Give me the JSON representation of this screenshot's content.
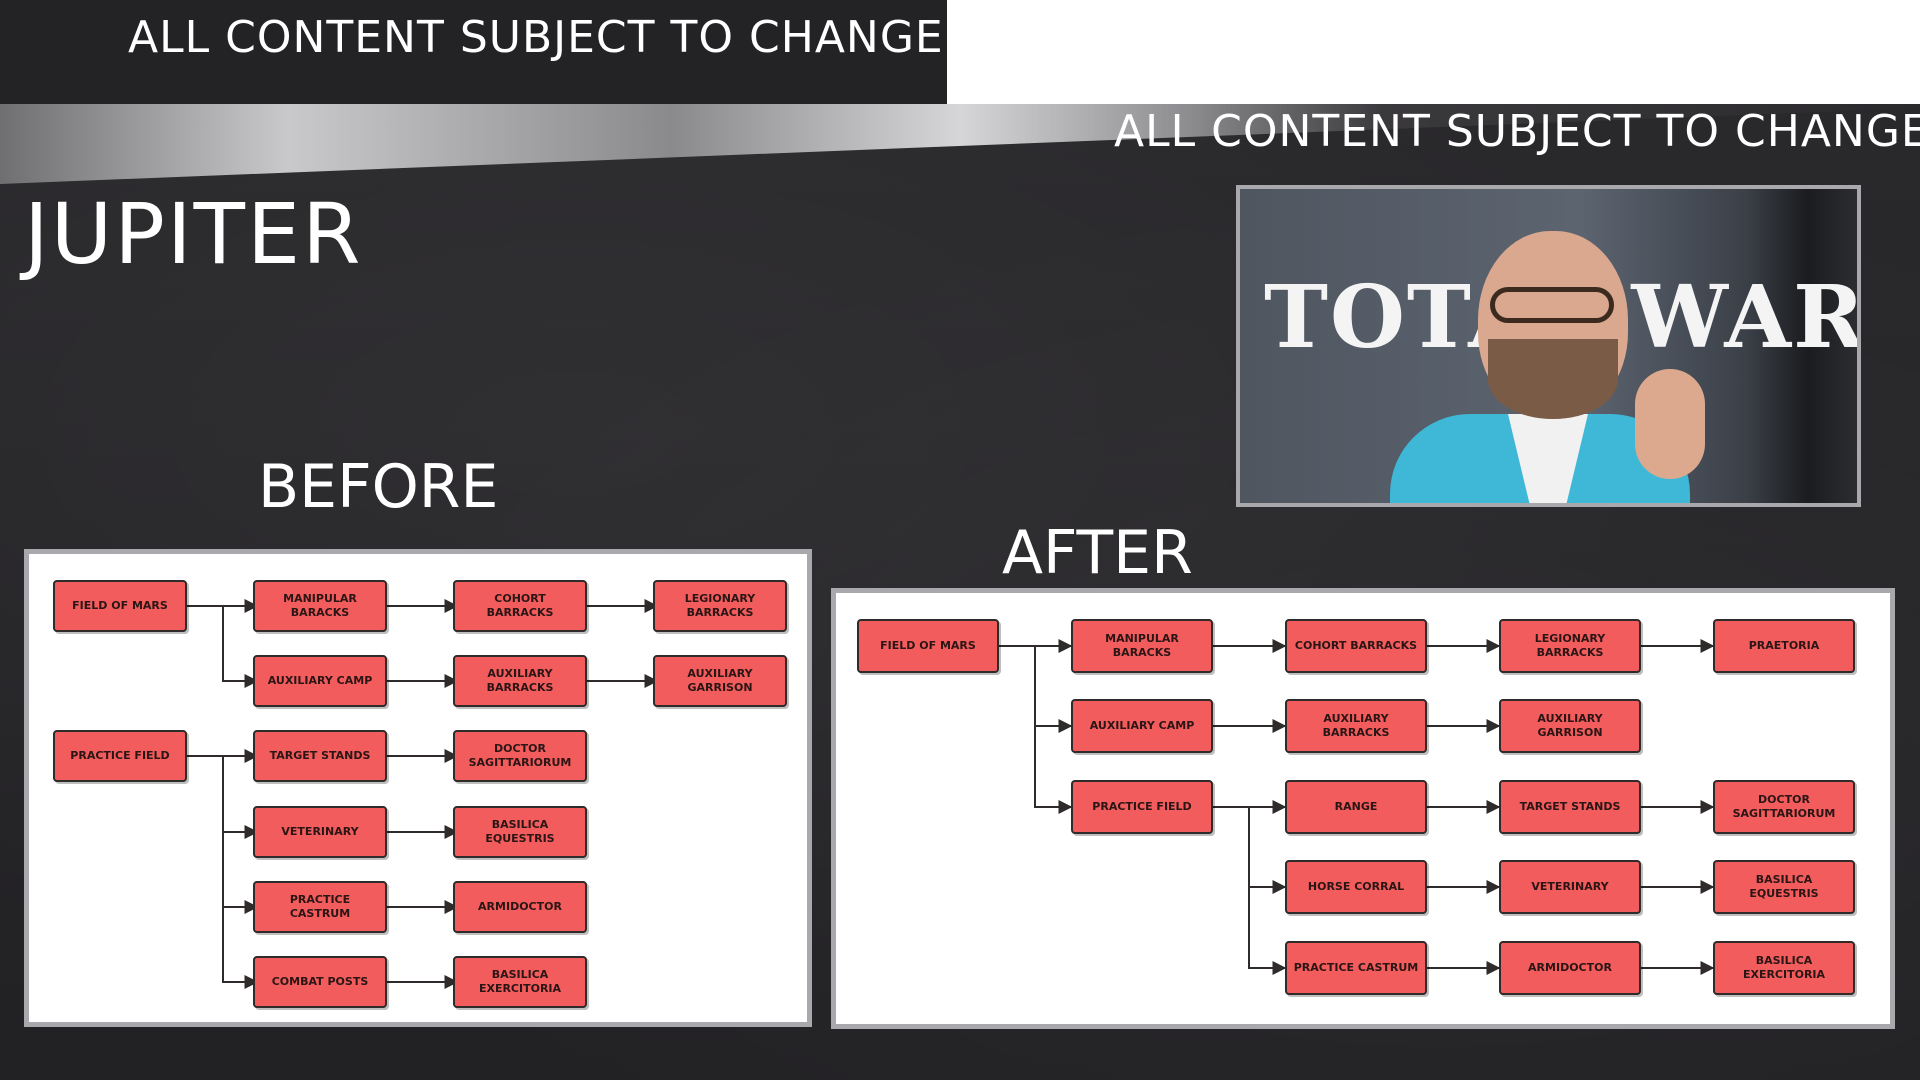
{
  "banner": {
    "top_text": "ALL CONTENT SUBJECT TO CHANGE",
    "right_text": "ALL CONTENT SUBJECT TO CHANGE"
  },
  "title": "JUPITER",
  "video": {
    "logo_text": "TOTAL WAR"
  },
  "before": {
    "label": "BEFORE",
    "nodes": {
      "field_of_mars": "FIELD OF MARS",
      "manipular_baracks": "MANIPULAR BARACKS",
      "cohort_barracks": "COHORT BARRACKS",
      "legionary_barracks": "LEGIONARY BARRACKS",
      "auxiliary_camp": "AUXILIARY CAMP",
      "auxiliary_barracks": "AUXILIARY BARRACKS",
      "auxiliary_garrison": "AUXILIARY GARRISON",
      "practice_field": "PRACTICE FIELD",
      "target_stands": "TARGET STANDS",
      "doctor_sagittariorum": "DOCTOR SAGITTARIORUM",
      "veterinary": "VETERINARY",
      "basilica_equestris": "BASILICA EQUESTRIS",
      "practice_castrum": "PRACTICE CASTRUM",
      "armidoctor": "ARMIDOCTOR",
      "combat_posts": "COMBAT POSTS",
      "basilica_exercitoria": "BASILICA EXERCITORIA"
    }
  },
  "after": {
    "label": "AFTER",
    "nodes": {
      "field_of_mars": "FIELD OF MARS",
      "manipular_baracks": "MANIPULAR BARACKS",
      "cohort_barracks": "COHORT BARRACKS",
      "legionary_barracks": "LEGIONARY BARRACKS",
      "praetoria": "PRAETORIA",
      "auxiliary_camp": "AUXILIARY CAMP",
      "auxiliary_barracks": "AUXILIARY BARRACKS",
      "auxiliary_garrison": "AUXILIARY GARRISON",
      "practice_field": "PRACTICE FIELD",
      "range": "RANGE",
      "target_stands": "TARGET STANDS",
      "doctor_sagittariorum": "DOCTOR SAGITTARIORUM",
      "horse_corral": "HORSE CORRAL",
      "veterinary": "VETERINARY",
      "basilica_equestris": "BASILICA EQUESTRIS",
      "practice_castrum": "PRACTICE CASTRUM",
      "armidoctor": "ARMIDOCTOR",
      "basilica_exercitoria": "BASILICA EXERCITORIA"
    }
  },
  "colors": {
    "node_fill": "#f25c5c",
    "node_border": "#2f2b2b",
    "background": "#252427"
  }
}
